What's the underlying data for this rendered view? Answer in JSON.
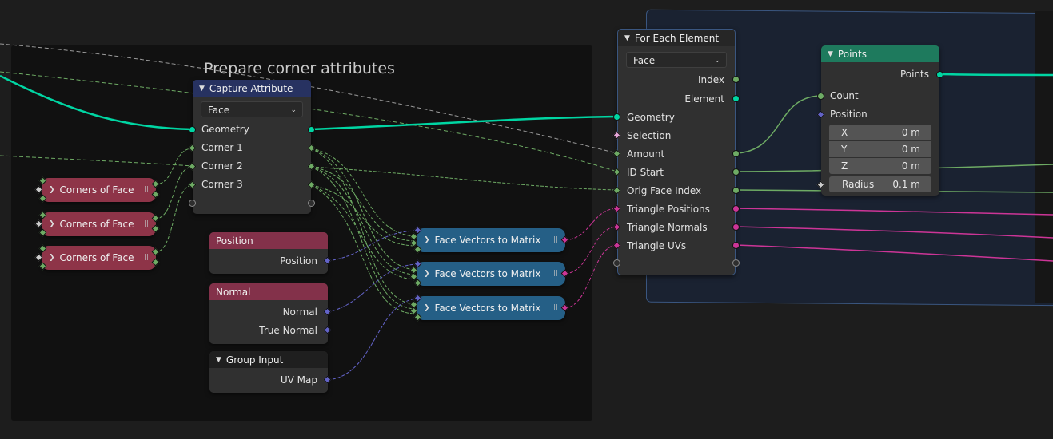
{
  "frame": {
    "title": "Prepare corner attributes"
  },
  "capture_attribute": {
    "title": "Capture Attribute",
    "domain": "Face",
    "sockets": [
      "Geometry",
      "Corner 1",
      "Corner 2",
      "Corner 3"
    ]
  },
  "corners_of_face": {
    "label": "Corners of Face",
    "count": 3
  },
  "position_node": {
    "title": "Position",
    "output": "Position"
  },
  "normal_node": {
    "title": "Normal",
    "outputs": [
      "Normal",
      "True Normal"
    ]
  },
  "group_input": {
    "title": "Group Input",
    "output": "UV Map"
  },
  "face_vectors": {
    "label": "Face Vectors to Matrix",
    "count": 3
  },
  "for_each": {
    "title": "For Each Element",
    "domain": "Face",
    "top_outputs": [
      "Index",
      "Element"
    ],
    "inputs": [
      "Geometry",
      "Selection",
      "Amount",
      "ID Start",
      "Orig Face Index",
      "Triangle Positions",
      "Triangle Normals",
      "Triangle UVs"
    ]
  },
  "points": {
    "title": "Points",
    "output": "Points",
    "inputs": [
      "Count",
      "Position"
    ],
    "fields": [
      {
        "label": "X",
        "value": "0 m"
      },
      {
        "label": "Y",
        "value": "0 m"
      },
      {
        "label": "Z",
        "value": "0 m"
      },
      {
        "label": "Radius",
        "value": "0.1 m"
      }
    ]
  },
  "colors": {
    "geometry": "#00d6a3",
    "float": "#6eab64",
    "vector": "#6363c7",
    "matrix": "#cc3597",
    "header_capture": "#273261",
    "header_input": "#83314a",
    "header_points": "#1e7a5d",
    "header_group": "#1f1f1f"
  }
}
